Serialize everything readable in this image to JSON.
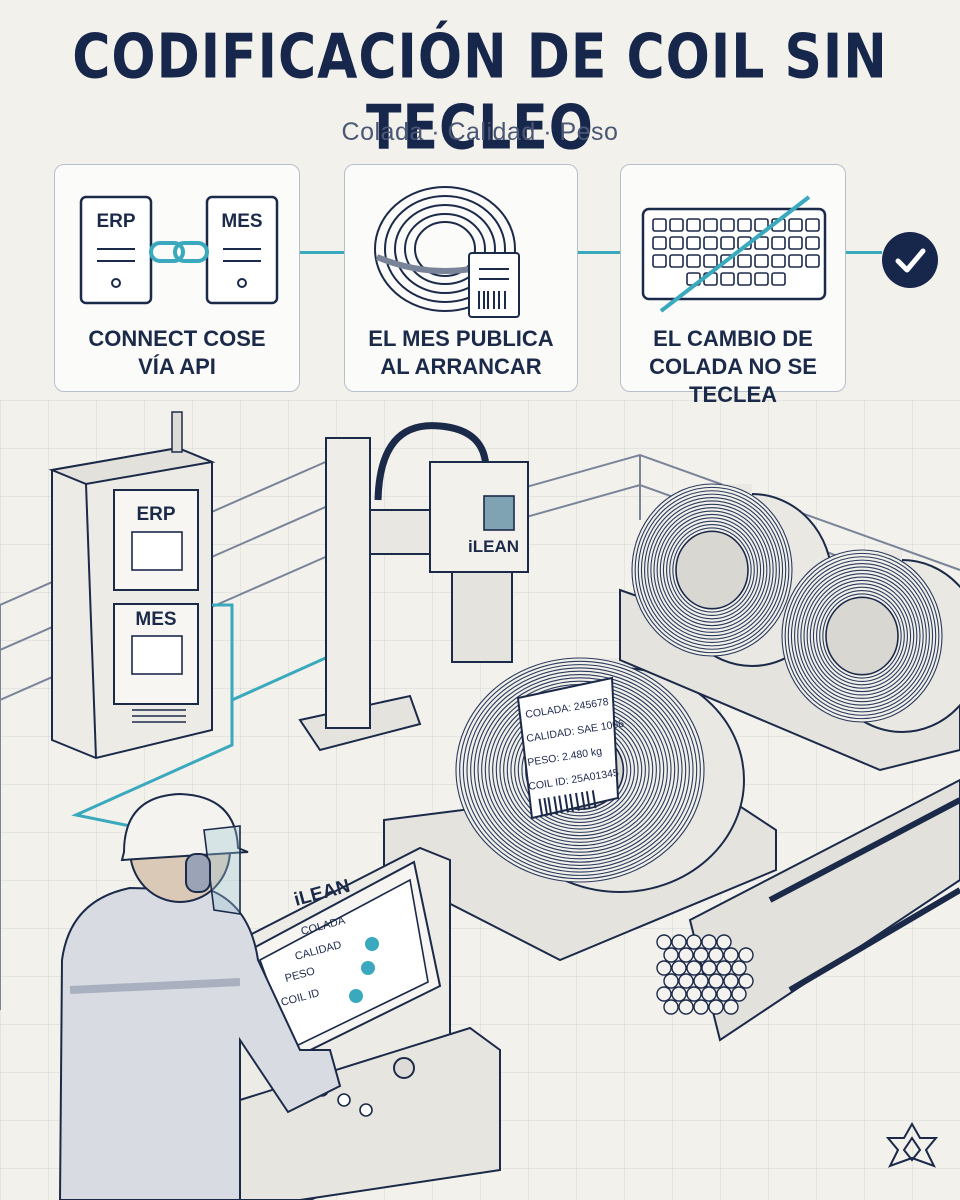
{
  "title": "CODIFICACIÓN DE COIL SIN TECLEO",
  "subtitle": "Colada · Calidad · Peso",
  "steps": [
    {
      "line1": "CONNECT COSE",
      "line2": "VÍA API",
      "icon": "erp-mes-link-icon"
    },
    {
      "line1": "EL MES PUBLICA",
      "line2": "AL ARRANCAR",
      "icon": "coil-tag-icon"
    },
    {
      "line1": "EL CAMBIO DE",
      "line2": "COLADA NO SE TECLEA",
      "icon": "crossed-keyboard-icon"
    }
  ],
  "icon_labels": {
    "erp": "ERP",
    "mes": "MES"
  },
  "cabinet": {
    "erp": "ERP",
    "mes": "MES"
  },
  "printer_brand": "iLEAN",
  "coil_tag": {
    "colada": "COLADA: 245678",
    "calidad": "CALIDAD: SAE 1006",
    "peso": "PESO: 2.480 kg",
    "coil_id": "COIL ID: 25A01345"
  },
  "hmi": {
    "brand": "iLEAN",
    "fields": [
      "COLADA",
      "CALIDAD",
      "PESO",
      "COIL ID"
    ]
  },
  "colors": {
    "navy": "#17274b",
    "accent": "#3aa9bd",
    "paper": "#f3f1ec"
  }
}
